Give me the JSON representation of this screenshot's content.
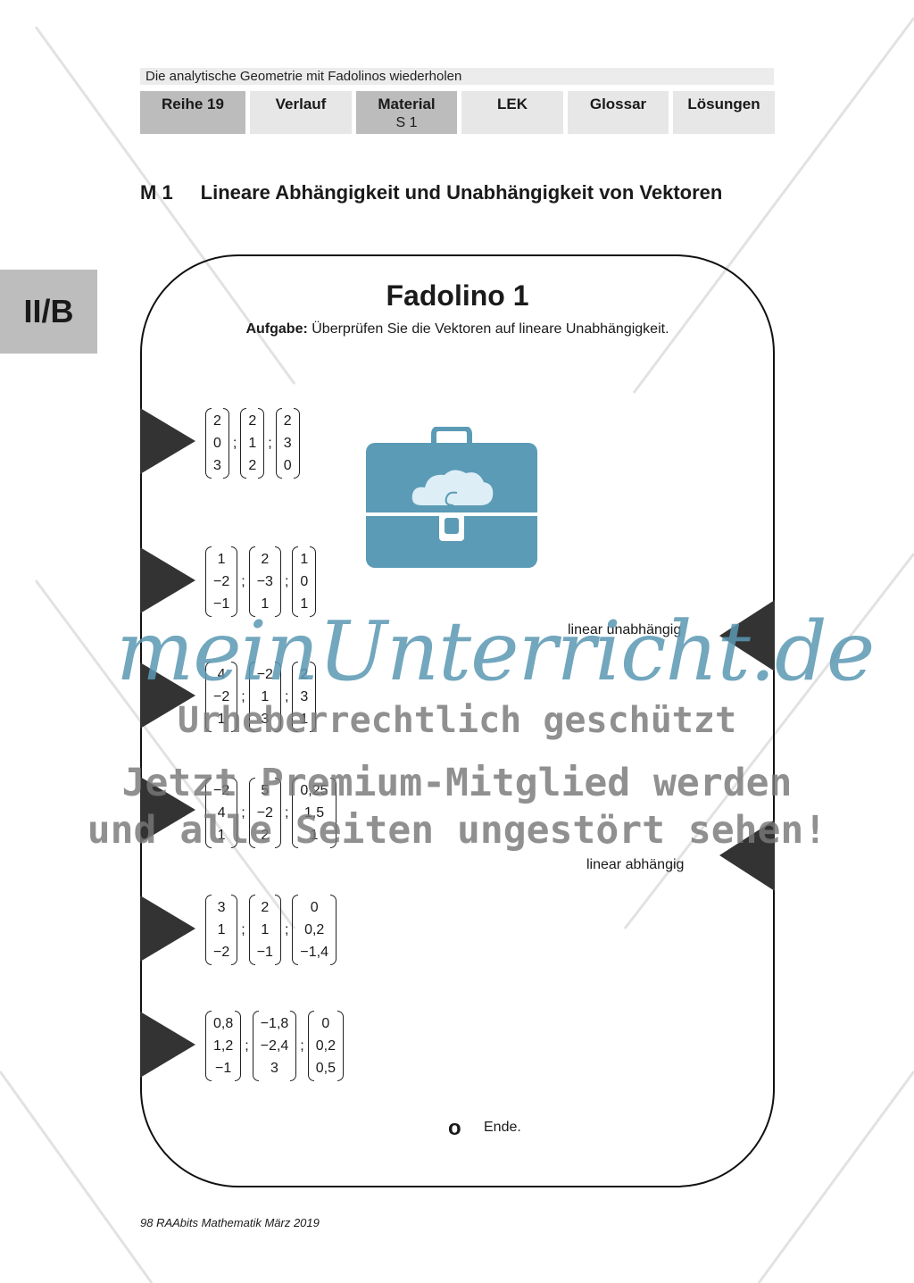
{
  "header": {
    "series_title": "Die analytische Geometrie mit Fadolinos wiederholen",
    "tabs": [
      {
        "label": "Reihe 19",
        "sub": ""
      },
      {
        "label": "Verlauf",
        "sub": ""
      },
      {
        "label": "Material",
        "sub": "S 1"
      },
      {
        "label": "LEK",
        "sub": ""
      },
      {
        "label": "Glossar",
        "sub": ""
      },
      {
        "label": "Lösungen",
        "sub": ""
      }
    ],
    "active_tabs": [
      "Reihe 19",
      "Material"
    ]
  },
  "side_tab": "II/B",
  "section": {
    "number": "M 1",
    "title": "Lineare Abhängigkeit und Unabhängigkeit von Vektoren"
  },
  "card": {
    "title": "Fadolino 1",
    "task_label": "Aufgabe:",
    "task_text": "Überprüfen Sie die Vektoren auf lineare Unabhängigkeit.",
    "vector_sets": [
      [
        [
          "2",
          "0",
          "3"
        ],
        [
          "2",
          "1",
          "2"
        ],
        [
          "2",
          "3",
          "0"
        ]
      ],
      [
        [
          "1",
          "−2",
          "−1"
        ],
        [
          "2",
          "−3",
          "1"
        ],
        [
          "1",
          "0",
          "1"
        ]
      ],
      [
        [
          "4",
          "−2",
          "1"
        ],
        [
          "−2",
          "1",
          "3"
        ],
        [
          "2",
          "3",
          "1"
        ]
      ],
      [
        [
          "−2",
          "4",
          "1"
        ],
        [
          "5",
          "−2",
          "2"
        ],
        [
          "0,25",
          "1,5",
          "1"
        ]
      ],
      [
        [
          "3",
          "1",
          "−2"
        ],
        [
          "2",
          "1",
          "−1"
        ],
        [
          "0",
          "0,2",
          "−1,4"
        ]
      ],
      [
        [
          "0,8",
          "1,2",
          "−1"
        ],
        [
          "−1,8",
          "−2,4",
          "3"
        ],
        [
          "0",
          "0,2",
          "0,5"
        ]
      ]
    ],
    "answers": {
      "independent": "linear unabhängig",
      "dependent": "linear abhängig"
    },
    "end_symbol": "o",
    "end_text": "Ende."
  },
  "icons": {
    "bag": "schoolbag-cloud-icon",
    "bag_color": "#5b9bb6"
  },
  "watermark": {
    "brand": "meinUnterricht.de",
    "line1": "Urheberrechtlich geschützt",
    "line2": "Jetzt Premium-Mitglied werden",
    "line3": "und alle Seiten ungestört sehen!"
  },
  "footer": "98 RAAbits Mathematik März 2019"
}
